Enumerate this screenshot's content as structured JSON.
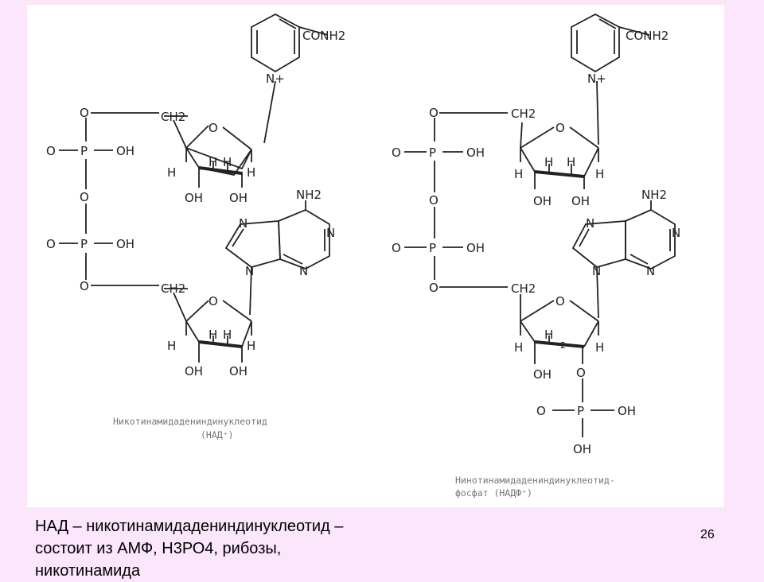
{
  "nad": {
    "amide": "CONH2",
    "n_plus": "N+",
    "ribose_1": {
      "ch2": "CH2",
      "o": "O",
      "h": "H",
      "oh": "OH"
    },
    "phosphate": {
      "o": "O",
      "p": "P",
      "oh": "OH"
    },
    "adenine": {
      "nh2": "NH2",
      "n": "N"
    },
    "caption_line_1": "Никотинамидадениндинуклеотид",
    "caption_line_2": "(НАД⁺)"
  },
  "nadp": {
    "amide": "CONH2",
    "n_plus": "N+",
    "ribose": {
      "ch2": "CH2",
      "o": "O",
      "h": "H",
      "oh": "OH",
      "ring2": "2"
    },
    "phosphate": {
      "o": "O",
      "p": "P",
      "oh": "OH"
    },
    "adenine": {
      "nh2": "NH2",
      "n": "N"
    },
    "caption_line_1": "Нинотинамидадениндинуклеотид-",
    "caption_line_2": "фосфат (НАДФ⁺)"
  },
  "description": [
    "НАД – никотинамидадениндинуклеотид –",
    "состоит из АМФ, Н3РО4, рибозы,",
    "никотинамида"
  ],
  "slide_number": "26"
}
